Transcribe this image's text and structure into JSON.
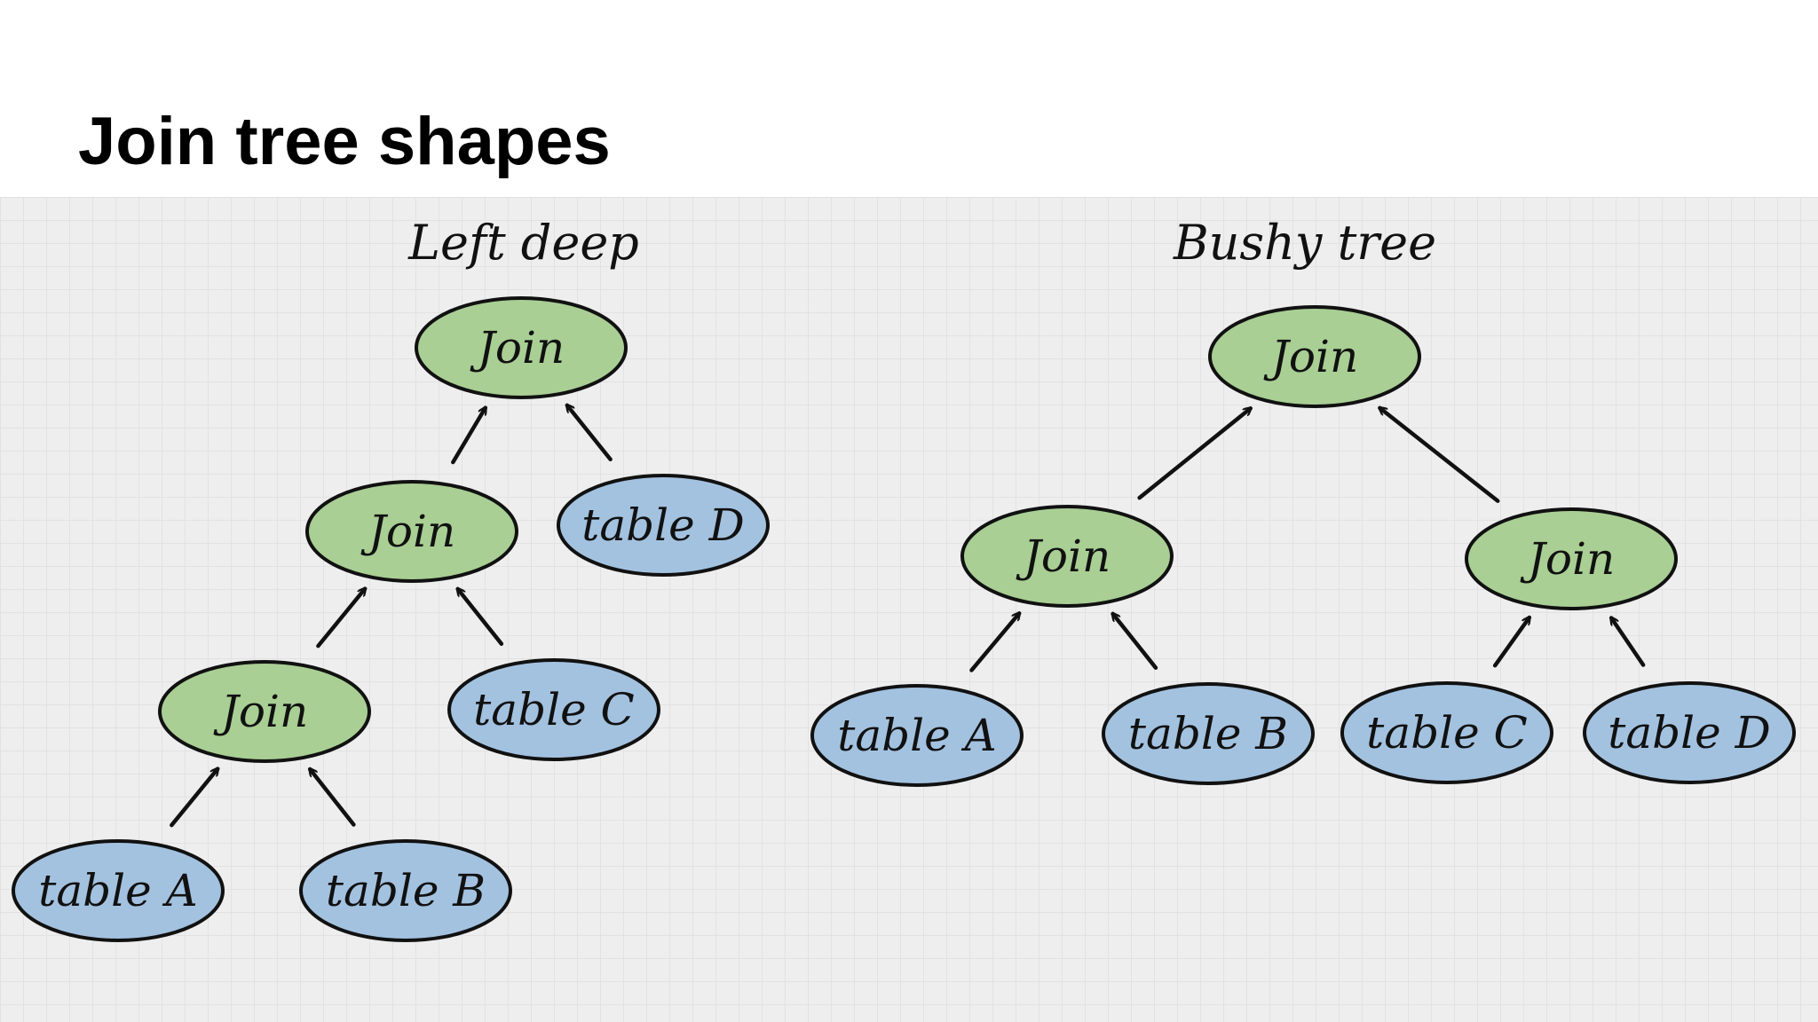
{
  "title": "Join tree shapes",
  "colors": {
    "join_fill": "#a9cf94",
    "table_fill": "#a3c2e0",
    "outline": "#111111",
    "grid_background": "#eeeeee"
  },
  "left_deep": {
    "heading": "Left deep",
    "nodes": [
      {
        "key": "j1",
        "label": "Join",
        "kind": "join"
      },
      {
        "key": "j2",
        "label": "Join",
        "kind": "join"
      },
      {
        "key": "tD",
        "label": "table D",
        "kind": "table"
      },
      {
        "key": "j3",
        "label": "Join",
        "kind": "join"
      },
      {
        "key": "tC",
        "label": "table C",
        "kind": "table"
      },
      {
        "key": "tA",
        "label": "table A",
        "kind": "table"
      },
      {
        "key": "tB",
        "label": "table B",
        "kind": "table"
      }
    ],
    "edges": [
      {
        "from": "j2",
        "to": "j1"
      },
      {
        "from": "tD",
        "to": "j1"
      },
      {
        "from": "j3",
        "to": "j2"
      },
      {
        "from": "tC",
        "to": "j2"
      },
      {
        "from": "tA",
        "to": "j3"
      },
      {
        "from": "tB",
        "to": "j3"
      }
    ]
  },
  "bushy_tree": {
    "heading": "Bushy tree",
    "nodes": [
      {
        "key": "root",
        "label": "Join",
        "kind": "join"
      },
      {
        "key": "jl",
        "label": "Join",
        "kind": "join"
      },
      {
        "key": "jr",
        "label": "Join",
        "kind": "join"
      },
      {
        "key": "tA",
        "label": "table A",
        "kind": "table"
      },
      {
        "key": "tB",
        "label": "table B",
        "kind": "table"
      },
      {
        "key": "tC",
        "label": "table C",
        "kind": "table"
      },
      {
        "key": "tD",
        "label": "table D",
        "kind": "table"
      }
    ],
    "edges": [
      {
        "from": "jl",
        "to": "root"
      },
      {
        "from": "jr",
        "to": "root"
      },
      {
        "from": "tA",
        "to": "jl"
      },
      {
        "from": "tB",
        "to": "jl"
      },
      {
        "from": "tC",
        "to": "jr"
      },
      {
        "from": "tD",
        "to": "jr"
      }
    ]
  }
}
